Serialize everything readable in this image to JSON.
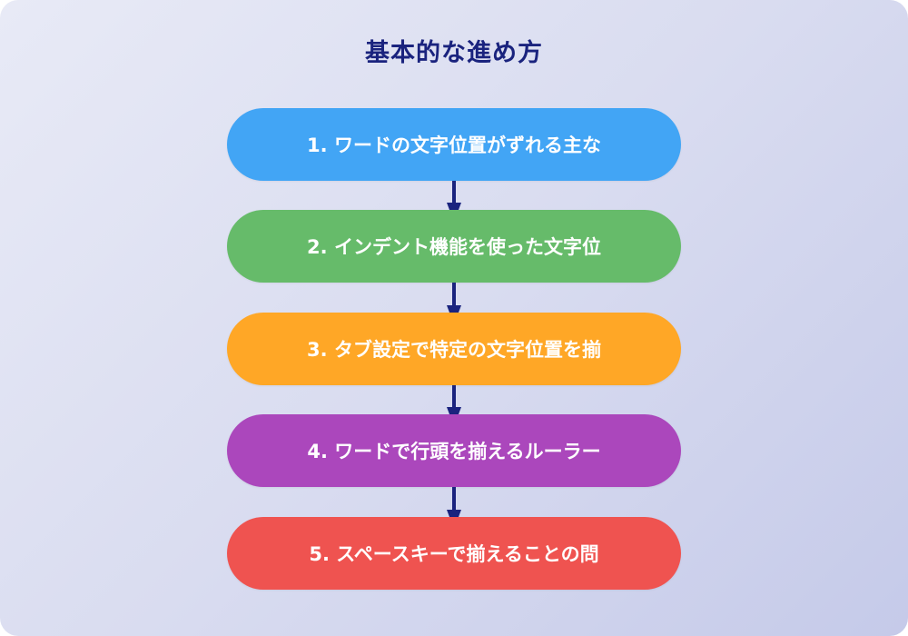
{
  "title": "基本的な進め方",
  "colors": {
    "title": "#1a237e",
    "arrow": "#1a237e",
    "background_start": "#e8eaf6",
    "background_end": "#c5cae9"
  },
  "steps": [
    {
      "label": "1. ワードの文字位置がずれる主な",
      "color": "#42a5f5"
    },
    {
      "label": "2. インデント機能を使った文字位",
      "color": "#66bb6a"
    },
    {
      "label": "3. タブ設定で特定の文字位置を揃",
      "color": "#ffa726"
    },
    {
      "label": "4. ワードで行頭を揃えるルーラー",
      "color": "#ab47bc"
    },
    {
      "label": "5. スペースキーで揃えることの問",
      "color": "#ef5350"
    }
  ],
  "arrows": [
    {
      "from": 1,
      "to": 2,
      "icon": "arrow-down-icon"
    },
    {
      "from": 2,
      "to": 3,
      "icon": "arrow-down-icon"
    },
    {
      "from": 3,
      "to": 4,
      "icon": "arrow-down-icon"
    },
    {
      "from": 4,
      "to": 5,
      "icon": "arrow-down-icon"
    }
  ]
}
